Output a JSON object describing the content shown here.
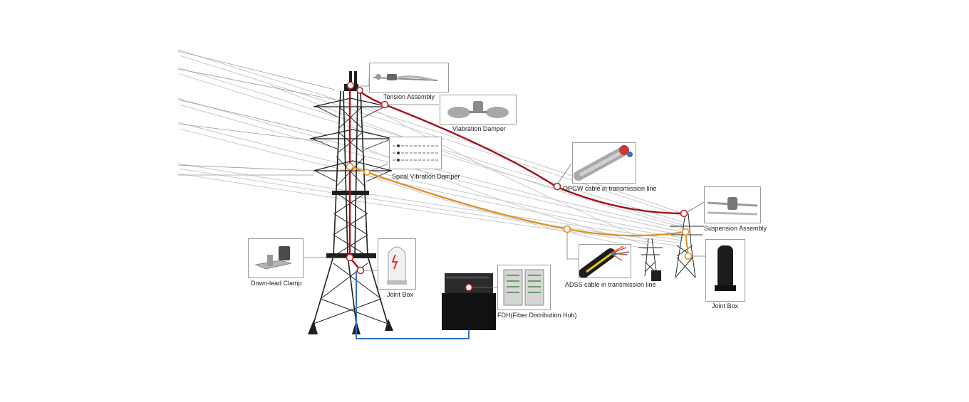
{
  "diagram": {
    "labels": {
      "tension_assembly": "Tension Assembly",
      "vibration_damper": "Viabration Damper",
      "spiral_vibration_damper": "Spiral Vibration Damper",
      "opgw_cable": "OPGW cable in transmission line",
      "suspension_assembly": "Suspension Assembly",
      "adss_cable": "ADSS cable in transmission line",
      "joint_box_right": "Joint Box",
      "fdh": "FDH(Fiber Distribution Hub)",
      "joint_box_left": "Joint Box",
      "down_lead_clamp": "Down-lead Clamp"
    },
    "colors": {
      "opgw_line": "#a3121b",
      "adss_line": "#e0902a",
      "fiber_link": "#2f73c4",
      "conductor": "#c8c8c8",
      "tower_steel": "#1f1f1f",
      "callout_marker": "#c0282d"
    }
  }
}
